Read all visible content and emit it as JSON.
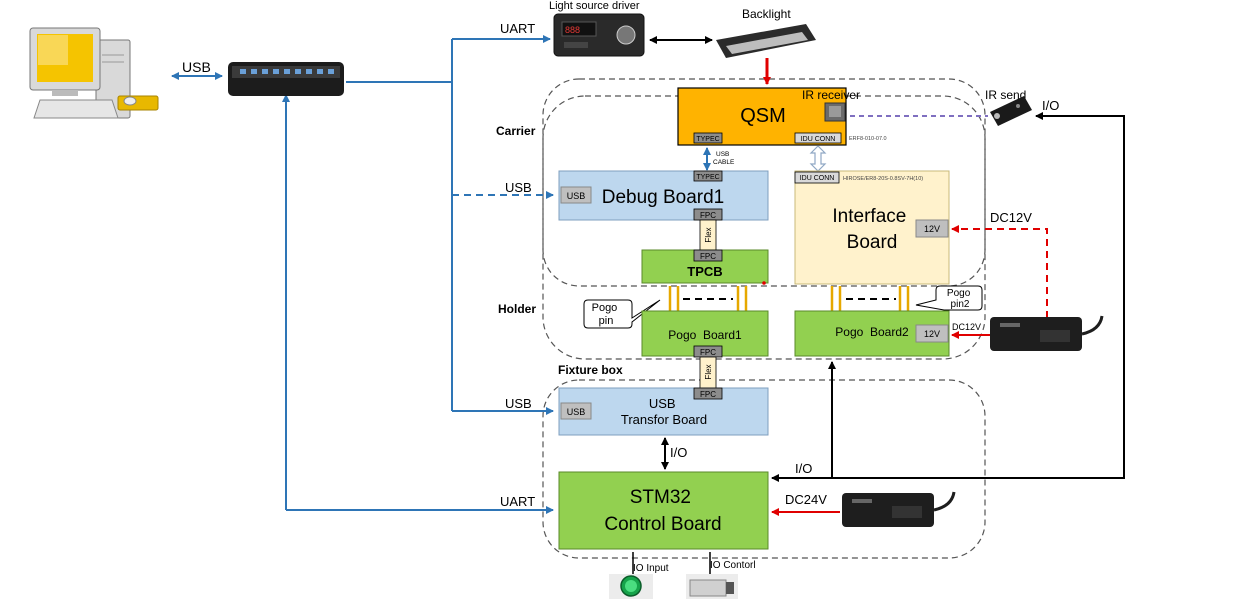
{
  "diagram": {
    "devices": {
      "pc": "computer",
      "hub": "usb-hub",
      "light_driver": "Light source driver",
      "backlight": "Backlight",
      "ir_send": "IR send",
      "adapter_12v": "power-adapter",
      "adapter_24v": "power-adapter",
      "io_input_device": "button",
      "io_control_device": "valve"
    },
    "regions": {
      "carrier": "Carrier",
      "holder": "Holder",
      "fixture_box": "Fixture box"
    },
    "boards": {
      "qsm": "QSM",
      "ir_receiver": "IR receiver",
      "typec_qsm": "TYPEC",
      "idu_conn_qsm": "IDU CONN",
      "qsm_part": "ERF8-010-07.0",
      "usb_cable": "USB\nCABLE",
      "debug_board": "Debug Board1",
      "debug_usb": "USB",
      "typec_debug": "TYPEC",
      "fpc_debug": "FPC",
      "flex_1": "Flex",
      "fpc_tpcb": "FPC",
      "tpcb": "TPCB",
      "interface_board": "Interface\nBoard",
      "idu_conn_if": "IDU CONN",
      "if_part": "HIROSE/ER8-20S-0.8SV-7H(10)",
      "if_12v": "12V",
      "pogo_board1": "Pogo  Board1",
      "pogo_board2": "Pogo  Board2",
      "pogo2_12v": "12V",
      "pogo_pin_1": "Pogo\npin",
      "pogo_pin_2": "Pogo\npin2",
      "fpc_pogo1": "FPC",
      "flex_2": "Flex",
      "fpc_usb": "FPC",
      "usb_transfer": "USB\nTransfor Board",
      "usb_transfer_port": "USB",
      "stm32": "STM32\nControl Board"
    },
    "connections": {
      "pc_hub": "USB",
      "hub_driver": "UART",
      "hub_debug": "USB",
      "hub_usbtransfer": "USB",
      "hub_stm32": "UART",
      "irsend_io": "I/O",
      "dc12v_interface": "DC12V",
      "dc12v_pogo": "DC12V",
      "usbtransfer_stm32": "I/O",
      "stm32_io": "I/O",
      "dc24v": "DC24V",
      "io_input": "IO Input",
      "io_control": "IO Contorl"
    },
    "colors": {
      "qsm": "#ffb300",
      "debug": "#bdd7ee",
      "interface": "#fff2cc",
      "green": "#92d050",
      "blue_line": "#2e75b6",
      "red_line": "#e00000",
      "ir_line": "#7f6fc0"
    }
  }
}
